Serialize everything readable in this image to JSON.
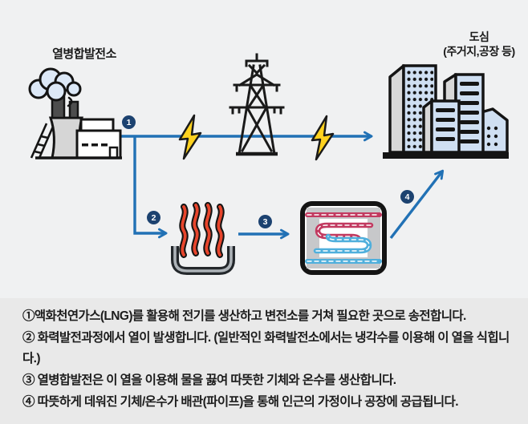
{
  "diagram_title_implicit": "열병합발전 process diagram",
  "labels": {
    "plant": "열병합발전소",
    "city_line1": "도심",
    "city_line2": "(주거지,공장 등)"
  },
  "flow": {
    "step_badges": [
      "1",
      "2",
      "3",
      "4"
    ]
  },
  "legend": {
    "items": [
      "①액화천연가스(LNG)를 활용해 전기를 생산하고 변전소를 거쳐 필요한 곳으로 송전합니다.",
      "② 화력발전과정에서 열이 발생합니다. (일반적인 화력발전소에서는 냉각수를 이용해 이 열을 식힙니다.)",
      "③ 열병합발전은 이 열을 이용해 물을 끓여 따뜻한 기체와 온수를 생산합니다.",
      "④ 따뜻하게 데워진 기체/온수가 배관(파이프)을 통해 인근의 가정이나 공장에 공급됩니다."
    ]
  },
  "icons": {
    "plant": "factory-icon",
    "tower": "transmission-tower-icon",
    "electricity": "lightning-bolt-icon",
    "heat": "heater-icon",
    "exchanger": "heat-exchanger-icon",
    "city": "city-buildings-icon"
  },
  "colors": {
    "background_top": "#f0f1f2",
    "background_bottom": "#e9e9e9",
    "flow_line_blue": "#2171b5",
    "badge_navy": "#1c4270",
    "lightning_yellow": "#ffd21f",
    "heat_red": "#e8452c",
    "pipe_hot_red": "#c23a60",
    "pipe_cold_blue": "#4fafdc",
    "building_blue": "#cfdff2"
  }
}
